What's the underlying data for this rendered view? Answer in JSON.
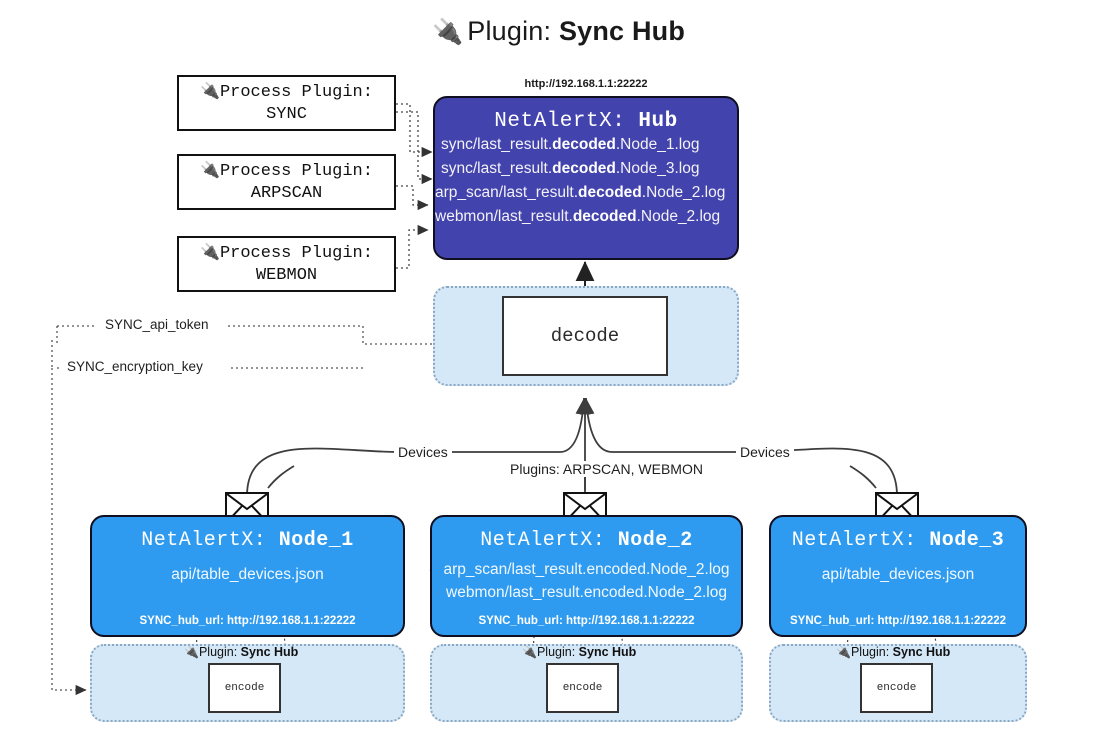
{
  "page": {
    "title_plug_icon": "plug-icon",
    "title_prefix": "Plugin: ",
    "title_strong": "Sync Hub"
  },
  "process_plugins": [
    {
      "name": "process-plugin-sync",
      "line1": "Process Plugin:",
      "line2": "SYNC",
      "plug": "🔌"
    },
    {
      "name": "process-plugin-arpscan",
      "line1": "Process Plugin:",
      "line2": "ARPSCAN",
      "plug": "🔌"
    },
    {
      "name": "process-plugin-webmon",
      "line1": "Process Plugin:",
      "line2": "WEBMON",
      "plug": "🔌"
    }
  ],
  "hub": {
    "url": "http://192.168.1.1:22222",
    "title_prefix": "NetAlertX: ",
    "title_strong": "Hub",
    "lines": [
      {
        "pre": "sync/last_result.",
        "strong": "decoded",
        "post": ".Node_1.log"
      },
      {
        "pre": "sync/last_result.",
        "strong": "decoded",
        "post": ".Node_3.log"
      },
      {
        "pre": "arp_scan/last_result.",
        "strong": "decoded",
        "post": ".Node_2.log"
      },
      {
        "pre": "webmon/last_result.",
        "strong": "decoded",
        "post": ".Node_2.log"
      }
    ]
  },
  "decode": {
    "label": "decode"
  },
  "secrets": {
    "api_token": "SYNC_api_token",
    "encryption_key": "SYNC_encryption_key"
  },
  "edge_labels": {
    "devices_left": "Devices",
    "devices_right": "Devices",
    "plugins_center": "Plugins: ARPSCAN, WEBMON"
  },
  "nodes": [
    {
      "name": "node-1",
      "title_prefix": "NetAlertX: ",
      "title_strong": "Node_1",
      "lines": [
        "api/table_devices.json"
      ],
      "footer": "SYNC_hub_url: http://192.168.1.1:22222",
      "encode_label": "encode",
      "plugin_label_prefix": "Plugin: ",
      "plugin_label_strong": "Sync Hub",
      "plug": "🔌"
    },
    {
      "name": "node-2",
      "title_prefix": "NetAlertX: ",
      "title_strong": "Node_2",
      "lines": [
        "arp_scan/last_result.encoded.Node_2.log",
        "webmon/last_result.encoded.Node_2.log"
      ],
      "footer": "SYNC_hub_url: http://192.168.1.1:22222",
      "encode_label": "encode",
      "plugin_label_prefix": "Plugin: ",
      "plugin_label_strong": "Sync Hub",
      "plug": "🔌"
    },
    {
      "name": "node-3",
      "title_prefix": "NetAlertX: ",
      "title_strong": "Node_3",
      "lines": [
        "api/table_devices.json"
      ],
      "footer": "SYNC_hub_url: http://192.168.1.1:22222",
      "encode_label": "encode",
      "plugin_label_prefix": "Plugin: ",
      "plugin_label_strong": "Sync Hub",
      "plug": "🔌"
    }
  ],
  "colors": {
    "hub_fill": "#4343ad",
    "node_fill": "#2f9bf0",
    "pool_fill": "#d5e8f8",
    "pool_border": "#8aa8c4",
    "stroke": "#333333"
  }
}
